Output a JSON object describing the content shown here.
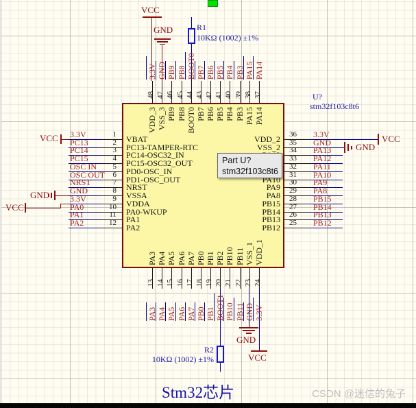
{
  "title": "Stm32芯片",
  "watermark": "CSDN @迷信的兔子",
  "designator": {
    "ref": "U?",
    "model": "stm32f103c8t6"
  },
  "tooltip": {
    "line1": "Part U?",
    "line2": "stm32f103c8t6"
  },
  "power": {
    "vcc": "VCC",
    "gnd": "GND"
  },
  "resistors": [
    {
      "ref": "R1",
      "value": "10KΩ (1002) ±1%"
    },
    {
      "ref": "R2",
      "value": "10KΩ (1002) ±1%"
    }
  ],
  "chip": {
    "left_pins": [
      {
        "num": 1,
        "net": "3.3V",
        "name": "VBAT"
      },
      {
        "num": 2,
        "net": "PC13",
        "name": "PC13-TAMPER-RTC"
      },
      {
        "num": 3,
        "net": "PC14",
        "name": "PC14-OSC32_IN"
      },
      {
        "num": 4,
        "net": "PC15",
        "name": "PC15-OSC32_OUT"
      },
      {
        "num": 5,
        "net": "OSC IN",
        "name": "PD0-OSC_IN"
      },
      {
        "num": 6,
        "net": "OSC OUT",
        "name": "PD1-OSC_OUT"
      },
      {
        "num": 7,
        "net": "NRST",
        "name": "NRST"
      },
      {
        "num": 8,
        "net": "GND",
        "name": "VSSA"
      },
      {
        "num": 9,
        "net": "3.3V",
        "name": "VDDA"
      },
      {
        "num": 10,
        "net": "PA0",
        "name": "PA0-WKUP"
      },
      {
        "num": 11,
        "net": "PA1",
        "name": "PA1"
      },
      {
        "num": 12,
        "net": "PA2",
        "name": "PA2"
      }
    ],
    "right_pins": [
      {
        "num": 36,
        "net": "3.3V",
        "name": "VDD_2"
      },
      {
        "num": 35,
        "net": "GND",
        "name": "VSS_2"
      },
      {
        "num": 34,
        "net": "PA13",
        "name": "PA13"
      },
      {
        "num": 33,
        "net": "PA12",
        "name": "PA12"
      },
      {
        "num": 32,
        "net": "PA11",
        "name": "PA11"
      },
      {
        "num": 31,
        "net": "PA10",
        "name": "PA10"
      },
      {
        "num": 30,
        "net": "PA9",
        "name": "PA9"
      },
      {
        "num": 29,
        "net": "PA8",
        "name": "PA8"
      },
      {
        "num": 28,
        "net": "PB15",
        "name": "PB15"
      },
      {
        "num": 27,
        "net": "PB14",
        "name": "PB14"
      },
      {
        "num": 26,
        "net": "PB13",
        "name": "PB13"
      },
      {
        "num": 25,
        "net": "PB12",
        "name": "PB12"
      }
    ],
    "top_pins": [
      {
        "num": 48,
        "net": "3.3V",
        "name": "VDD_3"
      },
      {
        "num": 47,
        "net": "GND",
        "name": "VSS_3"
      },
      {
        "num": 46,
        "net": "PB9",
        "name": "PB9"
      },
      {
        "num": 45,
        "net": "PB8",
        "name": "PB8"
      },
      {
        "num": 44,
        "net": "BOOT0",
        "name": "BOOT0"
      },
      {
        "num": 43,
        "net": "PB7",
        "name": "PB7"
      },
      {
        "num": 42,
        "net": "PB6",
        "name": "PB6"
      },
      {
        "num": 41,
        "net": "PB5",
        "name": "PB5"
      },
      {
        "num": 40,
        "net": "PB4",
        "name": "PB4"
      },
      {
        "num": 39,
        "net": "PB3",
        "name": "PB3"
      },
      {
        "num": 38,
        "net": "PA15",
        "name": "PA15"
      },
      {
        "num": 37,
        "net": "PA14",
        "name": "PA14"
      }
    ],
    "bottom_pins": [
      {
        "num": 13,
        "net": "PA3",
        "name": "PA3"
      },
      {
        "num": 14,
        "net": "PA4",
        "name": "PA4"
      },
      {
        "num": 15,
        "net": "PA5",
        "name": "PA5"
      },
      {
        "num": 16,
        "net": "PA6",
        "name": "PA6"
      },
      {
        "num": 17,
        "net": "PA7",
        "name": "PA7"
      },
      {
        "num": 18,
        "net": "PB0",
        "name": "PB0"
      },
      {
        "num": 19,
        "net": "PB1",
        "name": "PB1"
      },
      {
        "num": 20,
        "net": "BOOT1",
        "name": "PB2"
      },
      {
        "num": 21,
        "net": "PB10",
        "name": "PB10"
      },
      {
        "num": 22,
        "net": "PB11",
        "name": "PB11"
      },
      {
        "num": 23,
        "net": "GND",
        "name": "VSS_1"
      },
      {
        "num": 24,
        "net": "3.3V",
        "name": "VDD_1"
      }
    ]
  },
  "colors": {
    "wire": "#00008b",
    "pin": "#1a1a1a",
    "net": "#9c1c1c",
    "power": "#8c0e0e",
    "blue_text": "#1717a6",
    "resistor": "#1414cc",
    "chip_fill": "#fbf7a6",
    "chip_border": "#7b0c0c",
    "marker_green": "#00e400"
  }
}
